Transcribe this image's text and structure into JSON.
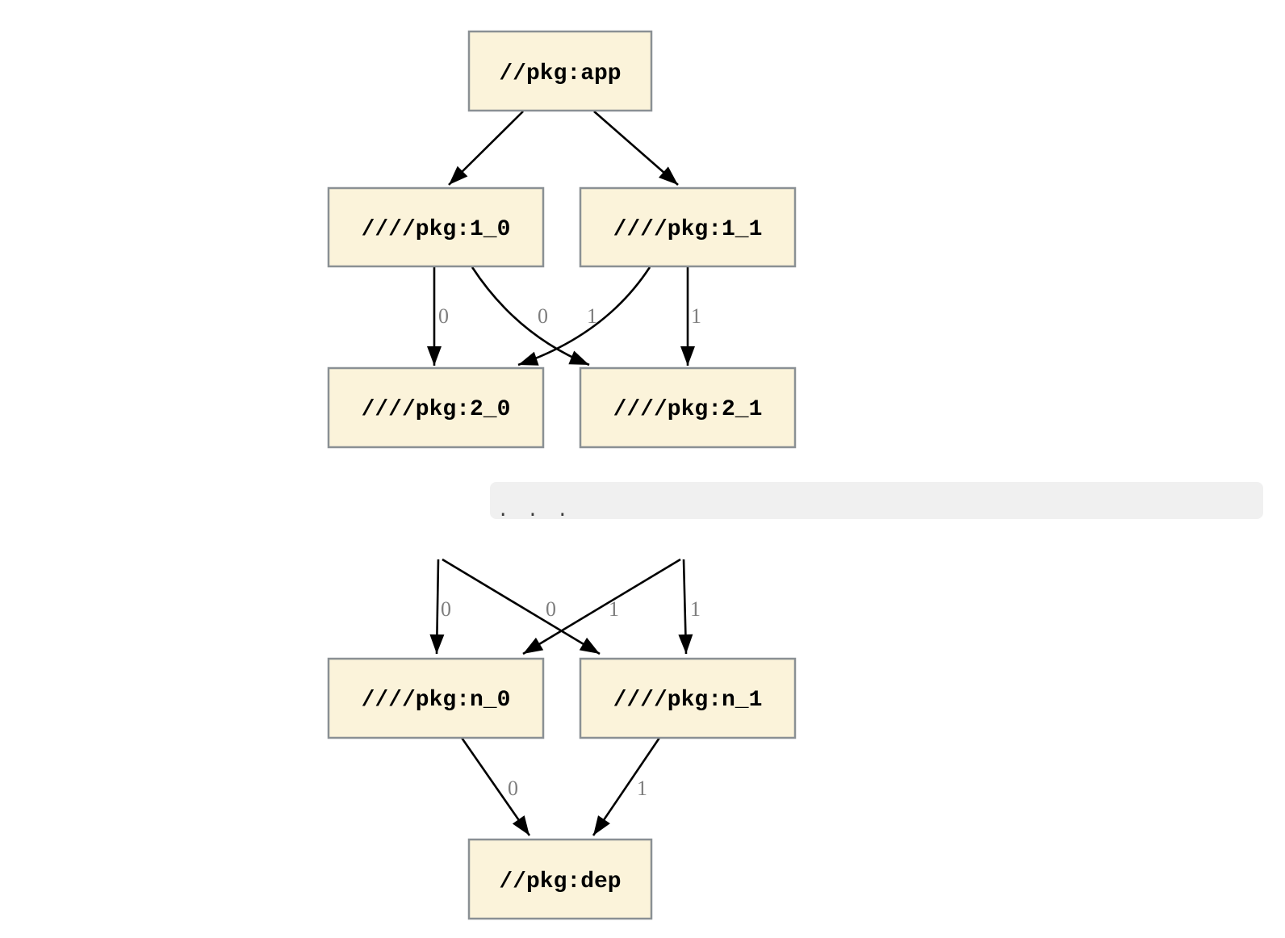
{
  "diagram": {
    "type": "dependency-graph",
    "nodes": {
      "app": {
        "label": "//pkg:app"
      },
      "l1_0": {
        "label": "////pkg:1_0"
      },
      "l1_1": {
        "label": "////pkg:1_1"
      },
      "l2_0": {
        "label": "////pkg:2_0"
      },
      "l2_1": {
        "label": "////pkg:2_1"
      },
      "ln_0": {
        "label": "////pkg:n_0"
      },
      "ln_1": {
        "label": "////pkg:n_1"
      },
      "dep": {
        "label": "//pkg:dep"
      }
    },
    "separator": {
      "text": ". . ."
    },
    "edges": {
      "from_app": [
        {
          "from": "//pkg:app",
          "to": "////pkg:1_0"
        },
        {
          "from": "//pkg:app",
          "to": "////pkg:1_1"
        }
      ],
      "level1_to_level2": [
        {
          "from": "////pkg:1_0",
          "to": "////pkg:2_0",
          "label": "0"
        },
        {
          "from": "////pkg:1_0",
          "to": "////pkg:2_1",
          "label": "0"
        },
        {
          "from": "////pkg:1_1",
          "to": "////pkg:2_0",
          "label": "1"
        },
        {
          "from": "////pkg:1_1",
          "to": "////pkg:2_1",
          "label": "1"
        }
      ],
      "ellipsis_to_leveln": [
        {
          "from": "...",
          "to": "////pkg:n_0",
          "label": "0"
        },
        {
          "from": "...",
          "to": "////pkg:n_1",
          "label": "0"
        },
        {
          "from": "...",
          "to": "////pkg:n_0",
          "label": "1"
        },
        {
          "from": "...",
          "to": "////pkg:n_1",
          "label": "1"
        }
      ],
      "leveln_to_dep": [
        {
          "from": "////pkg:n_0",
          "to": "//pkg:dep",
          "label": "0"
        },
        {
          "from": "////pkg:n_1",
          "to": "//pkg:dep",
          "label": "1"
        }
      ]
    },
    "colors": {
      "background": "#FFFFFF",
      "node_fill": "#FBF3DA",
      "node_border": "#8A9094",
      "node_text": "#000000",
      "edge": "#000000",
      "edge_label": "#7E7E7E",
      "separator_bg": "#F0F0F0",
      "separator_dots": "#3C3C3C"
    }
  }
}
